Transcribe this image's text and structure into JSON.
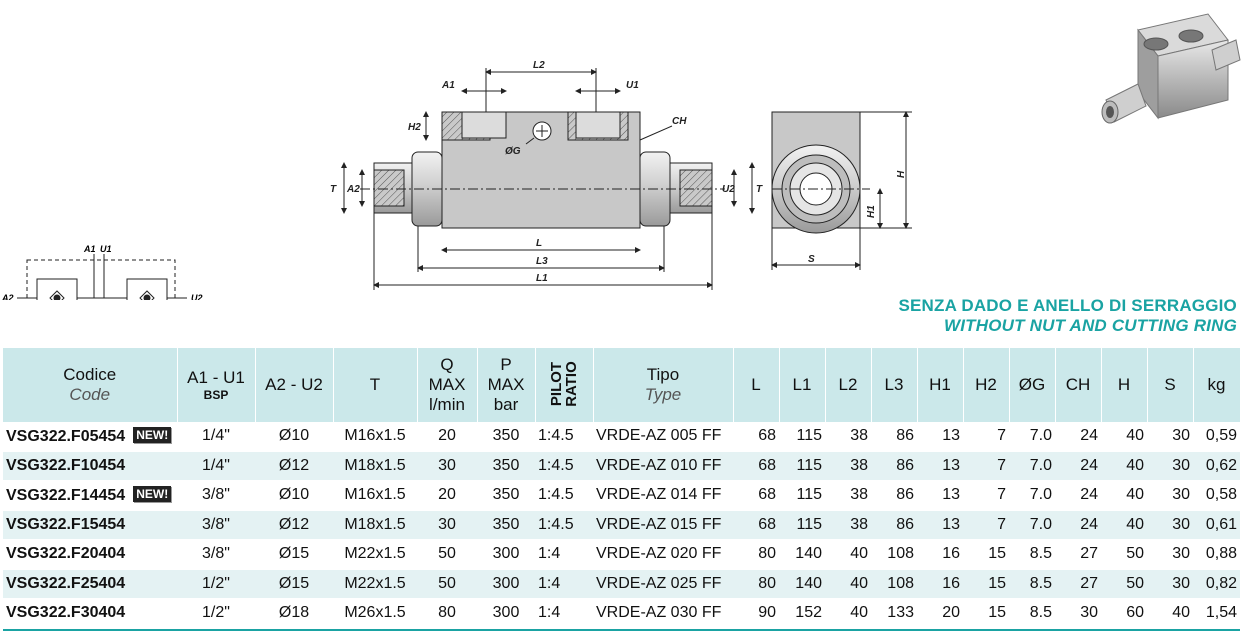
{
  "title": {
    "italian": "SENZA DADO E ANELLO DI SERRAGGIO",
    "english": "WITHOUT NUT AND CUTTING RING"
  },
  "schematic": {
    "labels": {
      "a1": "A1",
      "u1": "U1",
      "a2": "A2",
      "u2": "U2"
    }
  },
  "drawing": {
    "labels": {
      "a1": "A1",
      "l2": "L2",
      "u1": "U1",
      "h2": "H2",
      "ch": "CH",
      "g": "ØG",
      "t_left": "T",
      "a2": "A2",
      "u2": "U2",
      "t_right": "T",
      "l": "L",
      "l3": "L3",
      "l1": "L1",
      "h": "H",
      "h1": "H1",
      "s": "S"
    }
  },
  "table": {
    "headers": {
      "code": "Codice",
      "code_en": "Code",
      "a1u1": "A1 - U1",
      "a1u1_sub": "BSP",
      "a2u2": "A2 - U2",
      "t": "T",
      "q1": "Q",
      "q2": "MAX",
      "q3": "l/min",
      "p1": "P",
      "p2": "MAX",
      "p3": "bar",
      "pilot1": "PILOT",
      "pilot2": "RATIO",
      "tipo": "Tipo",
      "tipo_en": "Type",
      "l": "L",
      "l1": "L1",
      "l2": "L2",
      "l3": "L3",
      "h1": "H1",
      "h2": "H2",
      "g": "ØG",
      "ch": "CH",
      "h": "H",
      "s": "S",
      "kg": "kg"
    },
    "badge": "NEW!",
    "rows": [
      {
        "code": "VSG322.F05454",
        "new": true,
        "a1u1": "1/4\"",
        "a2u2": "Ø10",
        "t": "M16x1.5",
        "q": "20",
        "p": "350",
        "ratio": "1:4.5",
        "tipo": "VRDE-AZ 005 FF",
        "l": "68",
        "l1": "115",
        "l2": "38",
        "l3": "86",
        "h1": "13",
        "h2": "7",
        "g": "7.0",
        "ch": "24",
        "h": "40",
        "s": "30",
        "kg": "0,59"
      },
      {
        "code": "VSG322.F10454",
        "new": false,
        "a1u1": "1/4\"",
        "a2u2": "Ø12",
        "t": "M18x1.5",
        "q": "30",
        "p": "350",
        "ratio": "1:4.5",
        "tipo": "VRDE-AZ 010 FF",
        "l": "68",
        "l1": "115",
        "l2": "38",
        "l3": "86",
        "h1": "13",
        "h2": "7",
        "g": "7.0",
        "ch": "24",
        "h": "40",
        "s": "30",
        "kg": "0,62"
      },
      {
        "code": "VSG322.F14454",
        "new": true,
        "a1u1": "3/8\"",
        "a2u2": "Ø10",
        "t": "M16x1.5",
        "q": "20",
        "p": "350",
        "ratio": "1:4.5",
        "tipo": "VRDE-AZ 014 FF",
        "l": "68",
        "l1": "115",
        "l2": "38",
        "l3": "86",
        "h1": "13",
        "h2": "7",
        "g": "7.0",
        "ch": "24",
        "h": "40",
        "s": "30",
        "kg": "0,58"
      },
      {
        "code": "VSG322.F15454",
        "new": false,
        "a1u1": "3/8\"",
        "a2u2": "Ø12",
        "t": "M18x1.5",
        "q": "30",
        "p": "350",
        "ratio": "1:4.5",
        "tipo": "VRDE-AZ 015 FF",
        "l": "68",
        "l1": "115",
        "l2": "38",
        "l3": "86",
        "h1": "13",
        "h2": "7",
        "g": "7.0",
        "ch": "24",
        "h": "40",
        "s": "30",
        "kg": "0,61"
      },
      {
        "code": "VSG322.F20404",
        "new": false,
        "a1u1": "3/8\"",
        "a2u2": "Ø15",
        "t": "M22x1.5",
        "q": "50",
        "p": "300",
        "ratio": "1:4",
        "tipo": "VRDE-AZ 020 FF",
        "l": "80",
        "l1": "140",
        "l2": "40",
        "l3": "108",
        "h1": "16",
        "h2": "15",
        "g": "8.5",
        "ch": "27",
        "h": "50",
        "s": "30",
        "kg": "0,88"
      },
      {
        "code": "VSG322.F25404",
        "new": false,
        "a1u1": "1/2\"",
        "a2u2": "Ø15",
        "t": "M22x1.5",
        "q": "50",
        "p": "300",
        "ratio": "1:4",
        "tipo": "VRDE-AZ 025 FF",
        "l": "80",
        "l1": "140",
        "l2": "40",
        "l3": "108",
        "h1": "16",
        "h2": "15",
        "g": "8.5",
        "ch": "27",
        "h": "50",
        "s": "30",
        "kg": "0,82"
      },
      {
        "code": "VSG322.F30404",
        "new": false,
        "a1u1": "1/2\"",
        "a2u2": "Ø18",
        "t": "M26x1.5",
        "q": "80",
        "p": "300",
        "ratio": "1:4",
        "tipo": "VRDE-AZ 030 FF",
        "l": "90",
        "l1": "152",
        "l2": "40",
        "l3": "133",
        "h1": "20",
        "h2": "15",
        "g": "8.5",
        "ch": "30",
        "h": "60",
        "s": "40",
        "kg": "1,54"
      }
    ]
  }
}
